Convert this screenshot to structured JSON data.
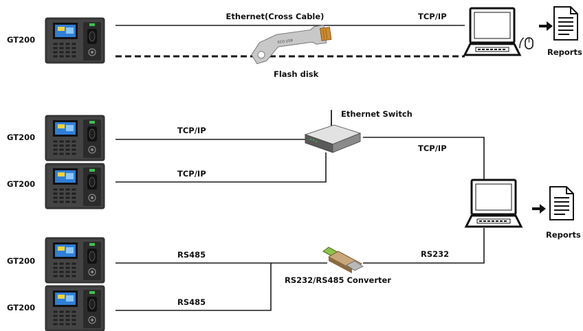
{
  "device_label": "GT200",
  "connections": {
    "ethernet_cross_cable": "Ethernet(Cross Cable)",
    "tcpip": "TCP/IP",
    "rs485": "RS485",
    "rs232": "RS232"
  },
  "nodes": {
    "flash_disk": "Flash disk",
    "ethernet_switch": "Ethernet Switch",
    "converter": "RS232/RS485 Converter",
    "reports": "Reports"
  },
  "colors": {
    "device_body": "#3a3a3a",
    "device_screen": "#2f7fd6",
    "wire": "#1a1a1a"
  }
}
